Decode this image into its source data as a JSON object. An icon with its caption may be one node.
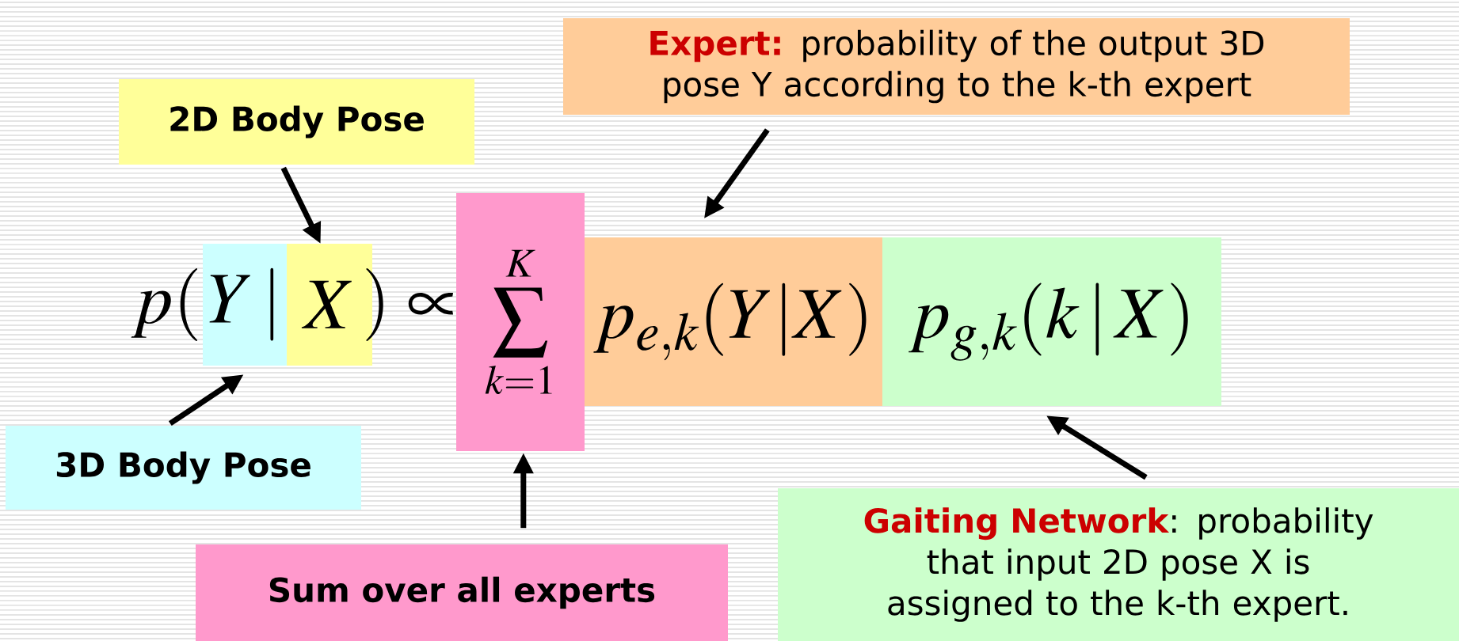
{
  "diagram": {
    "nodes": [
      {
        "text": [
          "Expert:",
          "probability of the output 3D pose Y according to the k-th expert"
        ]
      },
      {
        "text": [
          "2D Body Pose"
        ]
      },
      {
        "text": [
          "Y\\,|"
        ]
      },
      {
        "text": [
          "X"
        ]
      },
      {
        "text": [
          "\\sum_{k=1}^{K}"
        ]
      },
      {
        "text": [
          "p_{e,k}(Y|X)"
        ]
      },
      {
        "text": [
          "p_{g,k}(k\\,|\\,X)"
        ]
      },
      {
        "text": [
          "3D Body Pose"
        ]
      },
      {
        "text": [
          "Sum over all experts"
        ]
      },
      {
        "text": [
          "Gaiting Network",
          ": probability that input 2D pose X is assigned to the k-th expert."
        ]
      }
    ],
    "edges": [
      {
        "from": 0,
        "to": 5,
        "arrow": "to"
      },
      {
        "from": 1,
        "to": 3,
        "arrow": "to"
      },
      {
        "from": 7,
        "to": 2,
        "arrow": "to"
      },
      {
        "from": 8,
        "to": 4,
        "arrow": "to"
      },
      {
        "from": 9,
        "to": 6,
        "arrow": "to"
      }
    ],
    "labels": [
      "p(",
      ")\\propto"
    ]
  }
}
